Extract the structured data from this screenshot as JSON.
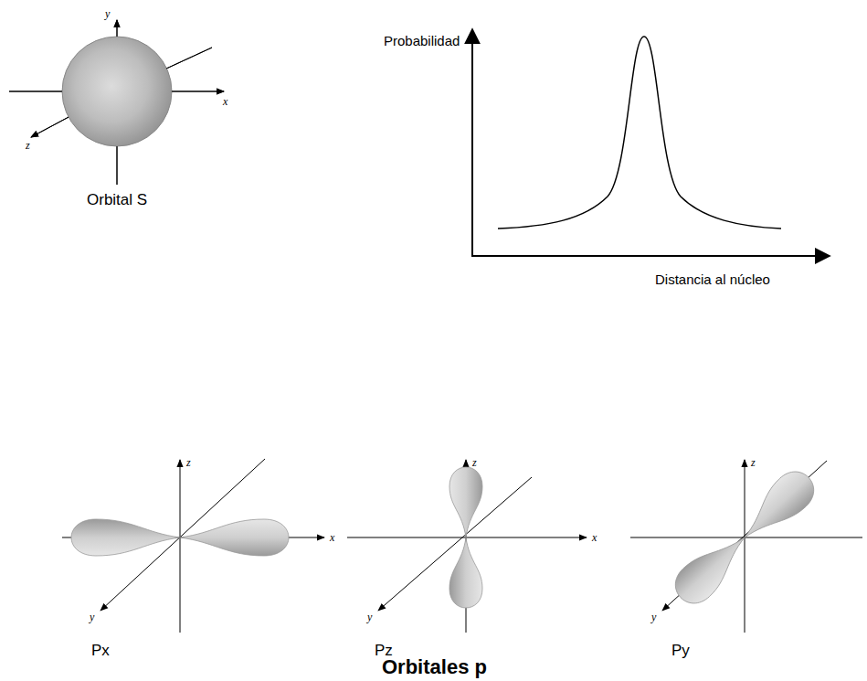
{
  "diagram": {
    "caption": "Orbitales p",
    "labels": [
      "y",
      "x",
      "z",
      "Orbital S",
      "Probabilidad",
      "Distancia al núcleo",
      "z",
      "x",
      "y",
      "Px",
      "z",
      "x",
      "y",
      "Pz",
      "z",
      "y",
      "Py"
    ]
  }
}
